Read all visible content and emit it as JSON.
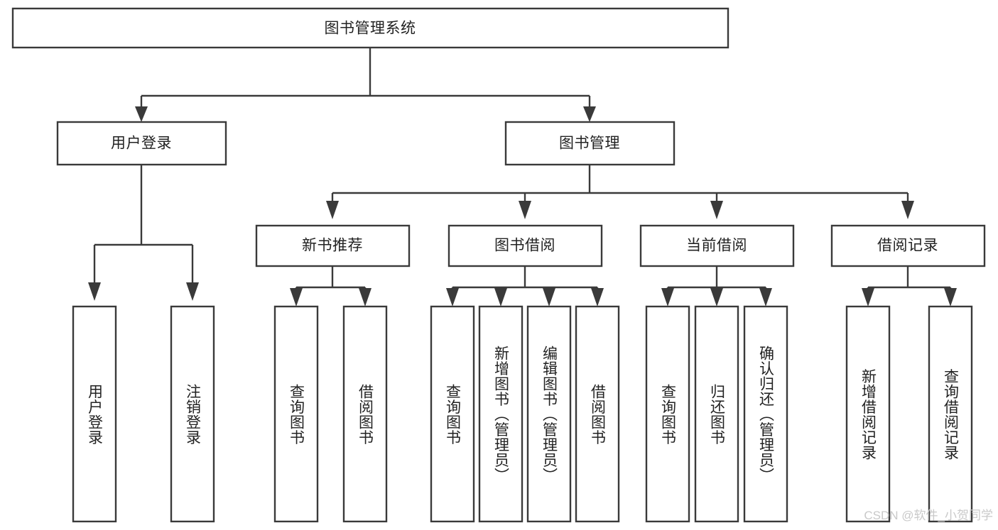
{
  "diagram": {
    "title": "图书管理系统",
    "type": "tree-hierarchy-chart",
    "root": {
      "label": "图书管理系统",
      "orientation": "horizontal"
    },
    "level2": [
      {
        "label": "用户登录",
        "orientation": "horizontal"
      },
      {
        "label": "图书管理",
        "orientation": "horizontal"
      }
    ],
    "level3": [
      {
        "label": "新书推荐",
        "orientation": "horizontal"
      },
      {
        "label": "图书借阅",
        "orientation": "horizontal"
      },
      {
        "label": "当前借阅",
        "orientation": "horizontal"
      },
      {
        "label": "借阅记录",
        "orientation": "horizontal"
      }
    ],
    "leaves_user_login": [
      {
        "label": "用户登录",
        "orientation": "vertical"
      },
      {
        "label": "注销登录",
        "orientation": "vertical"
      }
    ],
    "leaves_new_book": [
      {
        "label": "查询图书",
        "orientation": "vertical"
      },
      {
        "label": "借阅图书",
        "orientation": "vertical"
      }
    ],
    "leaves_borrow": [
      {
        "label": "查询图书",
        "orientation": "vertical"
      },
      {
        "label": "新增图书（管理员）",
        "orientation": "vertical"
      },
      {
        "label": "编辑图书（管理员）",
        "orientation": "vertical"
      },
      {
        "label": "借阅图书",
        "orientation": "vertical"
      }
    ],
    "leaves_current": [
      {
        "label": "查询图书",
        "orientation": "vertical"
      },
      {
        "label": "归还图书",
        "orientation": "vertical"
      },
      {
        "label": "确认归还（管理员）",
        "orientation": "vertical"
      }
    ],
    "leaves_records": [
      {
        "label": "新增借阅记录",
        "orientation": "vertical"
      },
      {
        "label": "查询借阅记录",
        "orientation": "vertical"
      }
    ]
  },
  "watermark": {
    "text": "CSDN @软件_小贺同学"
  },
  "colors": {
    "background": "#ffffff",
    "box_fill": "#ffffff",
    "box_stroke": "#3a3a3a",
    "text": "#222222",
    "watermark": "#c9c9c9"
  }
}
